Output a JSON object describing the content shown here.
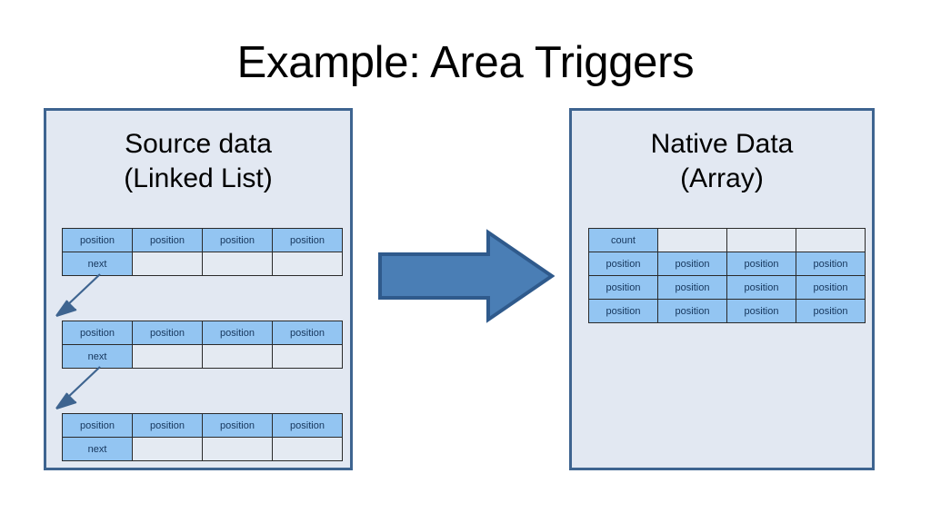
{
  "slide": {
    "title": "Example: Area Triggers",
    "background_color": "#FFFFFF"
  },
  "colors": {
    "panel_fill": "#E2E8F2",
    "panel_border": "#3E6490",
    "cell_filled": "#93C5F2",
    "cell_empty": "#E4EAF2",
    "cell_border": "#2A2A2A",
    "cell_text": "#16365C",
    "arrow_fill": "#4A7EB5",
    "arrow_stroke": "#2F5A8C",
    "connector_stroke": "#3E6490"
  },
  "panels": {
    "source": {
      "heading": "Source data\n(Linked List)",
      "heading_line1": "Source data",
      "heading_line2": "(Linked List)",
      "nodes": [
        {
          "label": "node-1",
          "rows": [
            [
              {
                "text": "position",
                "filled": true
              },
              {
                "text": "position",
                "filled": true
              },
              {
                "text": "position",
                "filled": true
              },
              {
                "text": "position",
                "filled": true
              }
            ],
            [
              {
                "text": "next",
                "filled": true
              },
              {
                "text": "",
                "filled": false
              },
              {
                "text": "",
                "filled": false
              },
              {
                "text": "",
                "filled": false
              }
            ]
          ]
        },
        {
          "label": "node-2",
          "rows": [
            [
              {
                "text": "position",
                "filled": true
              },
              {
                "text": "position",
                "filled": true
              },
              {
                "text": "position",
                "filled": true
              },
              {
                "text": "position",
                "filled": true
              }
            ],
            [
              {
                "text": "next",
                "filled": true
              },
              {
                "text": "",
                "filled": false
              },
              {
                "text": "",
                "filled": false
              },
              {
                "text": "",
                "filled": false
              }
            ]
          ]
        },
        {
          "label": "node-3",
          "rows": [
            [
              {
                "text": "position",
                "filled": true
              },
              {
                "text": "position",
                "filled": true
              },
              {
                "text": "position",
                "filled": true
              },
              {
                "text": "position",
                "filled": true
              }
            ],
            [
              {
                "text": "next",
                "filled": true
              },
              {
                "text": "",
                "filled": false
              },
              {
                "text": "",
                "filled": false
              },
              {
                "text": "",
                "filled": false
              }
            ]
          ]
        }
      ]
    },
    "native": {
      "heading": "Native Data\n(Array)",
      "heading_line1": "Native Data",
      "heading_line2": "(Array)",
      "grid_rows": [
        [
          {
            "text": "count",
            "filled": true
          },
          {
            "text": "",
            "filled": false
          },
          {
            "text": "",
            "filled": false
          },
          {
            "text": "",
            "filled": false
          }
        ],
        [
          {
            "text": "position",
            "filled": true
          },
          {
            "text": "position",
            "filled": true
          },
          {
            "text": "position",
            "filled": true
          },
          {
            "text": "position",
            "filled": true
          }
        ],
        [
          {
            "text": "position",
            "filled": true
          },
          {
            "text": "position",
            "filled": true
          },
          {
            "text": "position",
            "filled": true
          },
          {
            "text": "position",
            "filled": true
          }
        ],
        [
          {
            "text": "position",
            "filled": true
          },
          {
            "text": "position",
            "filled": true
          },
          {
            "text": "position",
            "filled": true
          },
          {
            "text": "position",
            "filled": true
          }
        ]
      ]
    }
  },
  "transform_arrow": {
    "direction": "right",
    "meaning": "source-data-converted-to-native-data"
  },
  "connectors": [
    {
      "from": "node-1-next",
      "to": "node-2",
      "direction": "down-left"
    },
    {
      "from": "node-2-next",
      "to": "node-3",
      "direction": "down-left"
    }
  ]
}
